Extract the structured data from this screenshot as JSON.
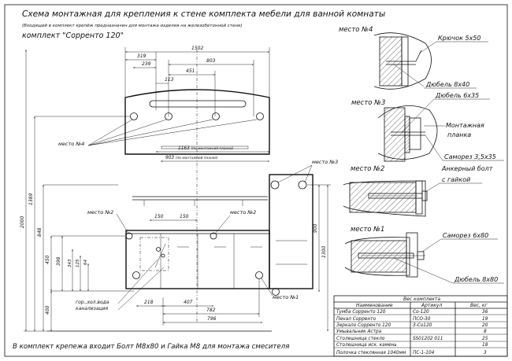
{
  "header": {
    "title": "Схема монтажная для крепления к стене комплекта мебели для ванной комнаты",
    "subtitle": "(Входящий в комплект крепёж предназначен для монтажа изделия на железобетонной стене)",
    "kit": "комплект \"Сорренто 120\""
  },
  "footer_note": "В комплект крепежа входит Болт М8х80 и Гайка М8 для монтажа смесителя",
  "places": {
    "p4": "место №4",
    "p3": "место №3",
    "p2": "место №2",
    "p1": "место №1"
  },
  "details": {
    "d4": {
      "label": "место №4",
      "part1": "Крючок 5х50",
      "part2": "Дюбель 8х40"
    },
    "d3": {
      "label": "место №3",
      "part1": "Дюбель 6х35",
      "part2": "Монтажная",
      "part3": "планка",
      "part4": "Саморез 3,5х35"
    },
    "d2": {
      "label": "место №2",
      "part1": "Анкерный болт",
      "part2": "с гайкой"
    },
    "d1": {
      "label": "место №1",
      "part1": "Саморез 6х80",
      "part2": "Дюбель 8х80"
    }
  },
  "dims": {
    "d1502": "1502",
    "d319": "319",
    "d239": "239",
    "d803": "803",
    "d451": "451",
    "d113": "113",
    "d1163": "1163",
    "d1163_note": "(по монтажной планке)",
    "d903": "903",
    "d903_note": "(по монтажной планке)",
    "d150a": "150",
    "d150b": "150",
    "d218": "218",
    "d407": "407",
    "d782": "782",
    "d796": "796",
    "d2000": "2000",
    "d1389": "1389",
    "d848": "848",
    "d450": "450",
    "d398": "398",
    "d343": "343",
    "d125": "125",
    "d64": "64",
    "d400": "400",
    "d900": "900",
    "d1300": "1300"
  },
  "labels": {
    "water": "гор.,хол.вода",
    "sewer": "канализация"
  },
  "table": {
    "title": "Вес комплекта",
    "headers": [
      "Наименование",
      "Артикул",
      "Вес, кг"
    ],
    "rows": [
      [
        "Тумба Сорренто 120",
        "Со-120",
        "36"
      ],
      [
        "Пенал Сорренто",
        "ПСО-30",
        "19"
      ],
      [
        "Зеркало Сорренто 120",
        "З-Со120",
        "20"
      ],
      [
        "Умывальник Астра",
        "",
        "8"
      ],
      [
        "Столешница стекло",
        "SS01202 011",
        "25"
      ],
      [
        "Столешница иск. камень",
        "",
        "18"
      ],
      [
        "Полочка стеклянная 1040мм",
        "ПС-1-104",
        "3"
      ]
    ]
  }
}
